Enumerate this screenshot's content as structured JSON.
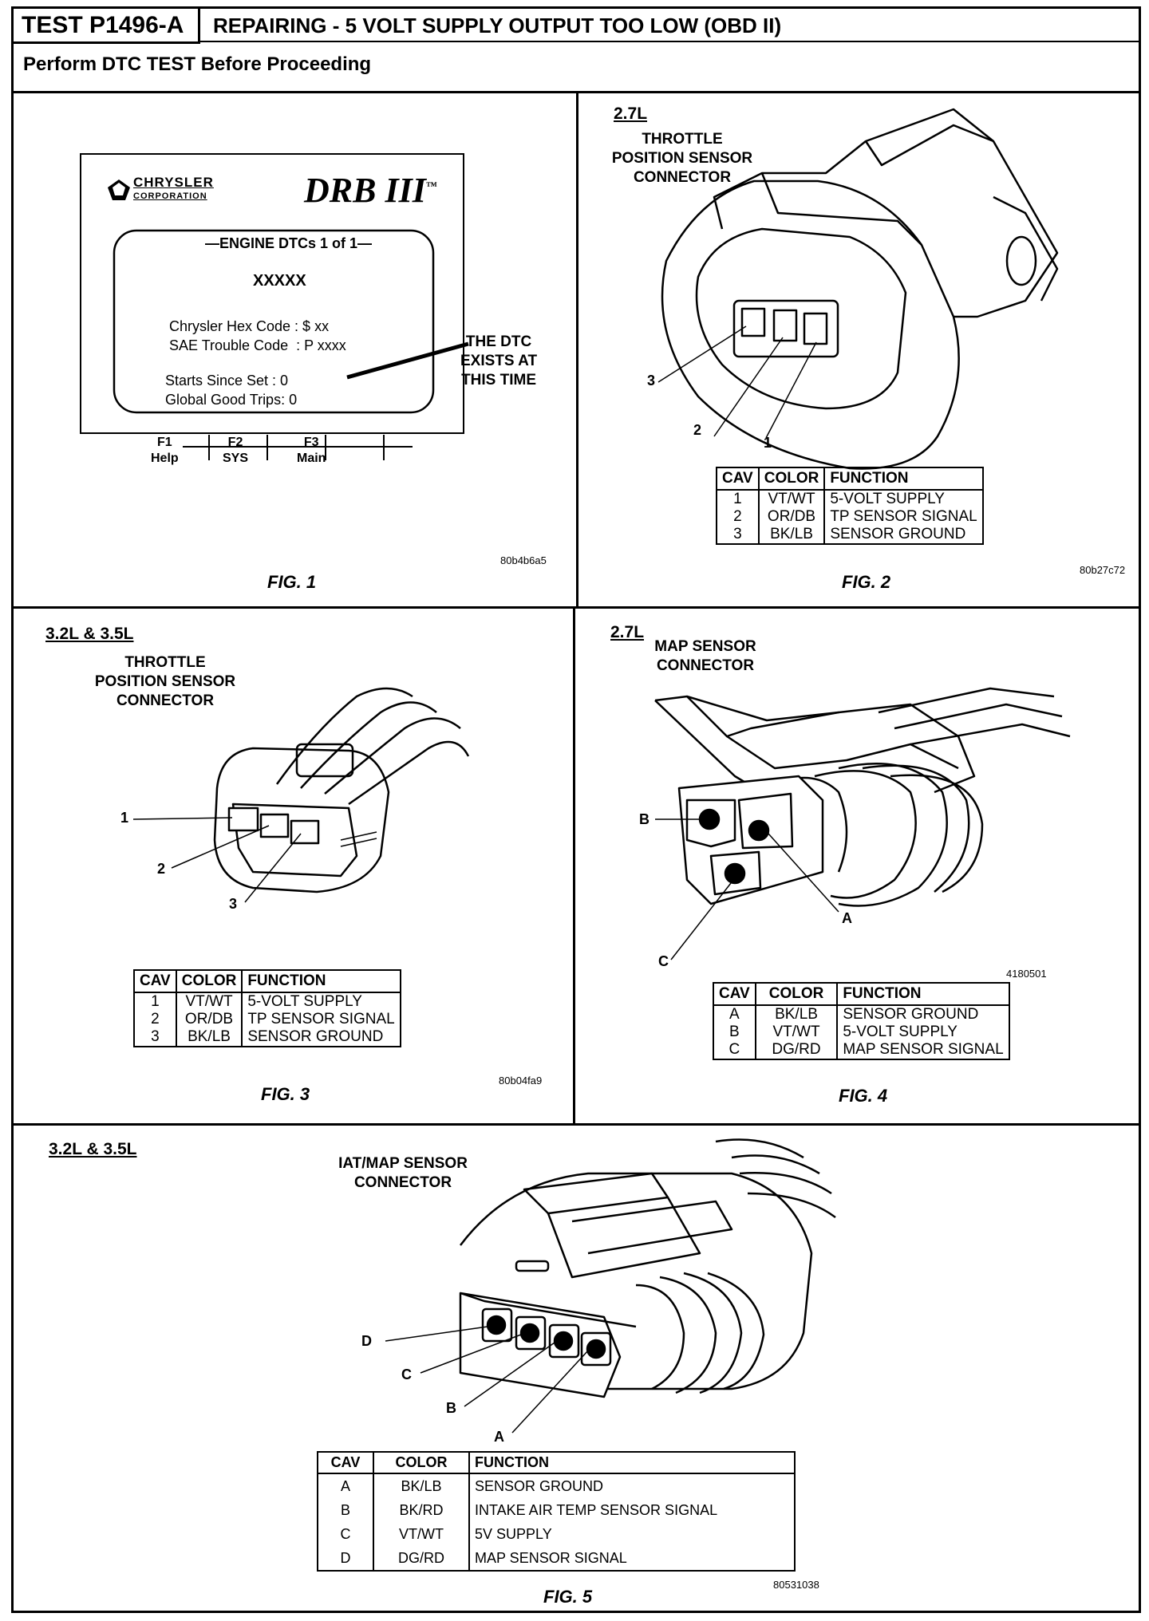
{
  "header": {
    "test_id": "TEST P1496-A",
    "title": "REPAIRING - 5 VOLT SUPPLY OUTPUT TOO LOW (OBD II)",
    "subtitle": "Perform DTC TEST Before Proceeding"
  },
  "fig1": {
    "brand": "CHRYSLER",
    "brand_sub": "CORPORATION",
    "product": "DRB III",
    "tm": "™",
    "screen_title": "—ENGINE DTCs 1 of 1—",
    "code": "XXXXX",
    "hex_line": "Chrysler Hex Code : $ xx",
    "sae_line": "SAE Trouble Code  : P xxxx",
    "starts_line": "Starts Since Set : 0",
    "trips_line": "Global Good Trips: 0",
    "keys": [
      {
        "k": "F1",
        "v": "Help"
      },
      {
        "k": "F2",
        "v": "SYS"
      },
      {
        "k": "F3",
        "v": "Main"
      }
    ],
    "callout": [
      "THE DTC",
      "EXISTS AT",
      "THIS TIME"
    ],
    "code_id": "80b4b6a5",
    "label": "FIG. 1"
  },
  "fig2": {
    "engine": "2.7L",
    "connector": [
      "THROTTLE",
      "POSITION SENSOR",
      "CONNECTOR"
    ],
    "pins": [
      "3",
      "2",
      "1"
    ],
    "table": {
      "headers": [
        "CAV",
        "COLOR",
        "FUNCTION"
      ],
      "rows": [
        [
          "1",
          "VT/WT",
          "5-VOLT SUPPLY"
        ],
        [
          "2",
          "OR/DB",
          "TP SENSOR SIGNAL"
        ],
        [
          "3",
          "BK/LB",
          "SENSOR GROUND"
        ]
      ]
    },
    "code_id": "80b27c72",
    "label": "FIG. 2"
  },
  "fig3": {
    "engine": "3.2L & 3.5L",
    "connector": [
      "THROTTLE",
      "POSITION SENSOR",
      "CONNECTOR"
    ],
    "pins": [
      "1",
      "2",
      "3"
    ],
    "table": {
      "headers": [
        "CAV",
        "COLOR",
        "FUNCTION"
      ],
      "rows": [
        [
          "1",
          "VT/WT",
          "5-VOLT SUPPLY"
        ],
        [
          "2",
          "OR/DB",
          "TP SENSOR SIGNAL"
        ],
        [
          "3",
          "BK/LB",
          "SENSOR GROUND"
        ]
      ]
    },
    "code_id": "80b04fa9",
    "label": "FIG. 3"
  },
  "fig4": {
    "engine": "2.7L",
    "connector": [
      "MAP SENSOR",
      "CONNECTOR"
    ],
    "pins": [
      "B",
      "A",
      "C"
    ],
    "table": {
      "headers": [
        "CAV",
        "COLOR",
        "FUNCTION"
      ],
      "rows": [
        [
          "A",
          "BK/LB",
          "SENSOR GROUND"
        ],
        [
          "B",
          "VT/WT",
          "5-VOLT SUPPLY"
        ],
        [
          "C",
          "DG/RD",
          "MAP SENSOR SIGNAL"
        ]
      ]
    },
    "code_id": "4180501",
    "label": "FIG. 4"
  },
  "fig5": {
    "engine": "3.2L & 3.5L",
    "connector": [
      "IAT/MAP SENSOR",
      "CONNECTOR"
    ],
    "pins": [
      "D",
      "C",
      "B",
      "A"
    ],
    "table": {
      "headers": [
        "CAV",
        "COLOR",
        "FUNCTION"
      ],
      "rows": [
        [
          "A",
          "BK/LB",
          "SENSOR GROUND"
        ],
        [
          "B",
          "BK/RD",
          "INTAKE AIR TEMP SENSOR SIGNAL"
        ],
        [
          "C",
          "VT/WT",
          "5V SUPPLY"
        ],
        [
          "D",
          "DG/RD",
          "MAP SENSOR SIGNAL"
        ]
      ]
    },
    "code_id": "80531038",
    "label": "FIG. 5"
  }
}
